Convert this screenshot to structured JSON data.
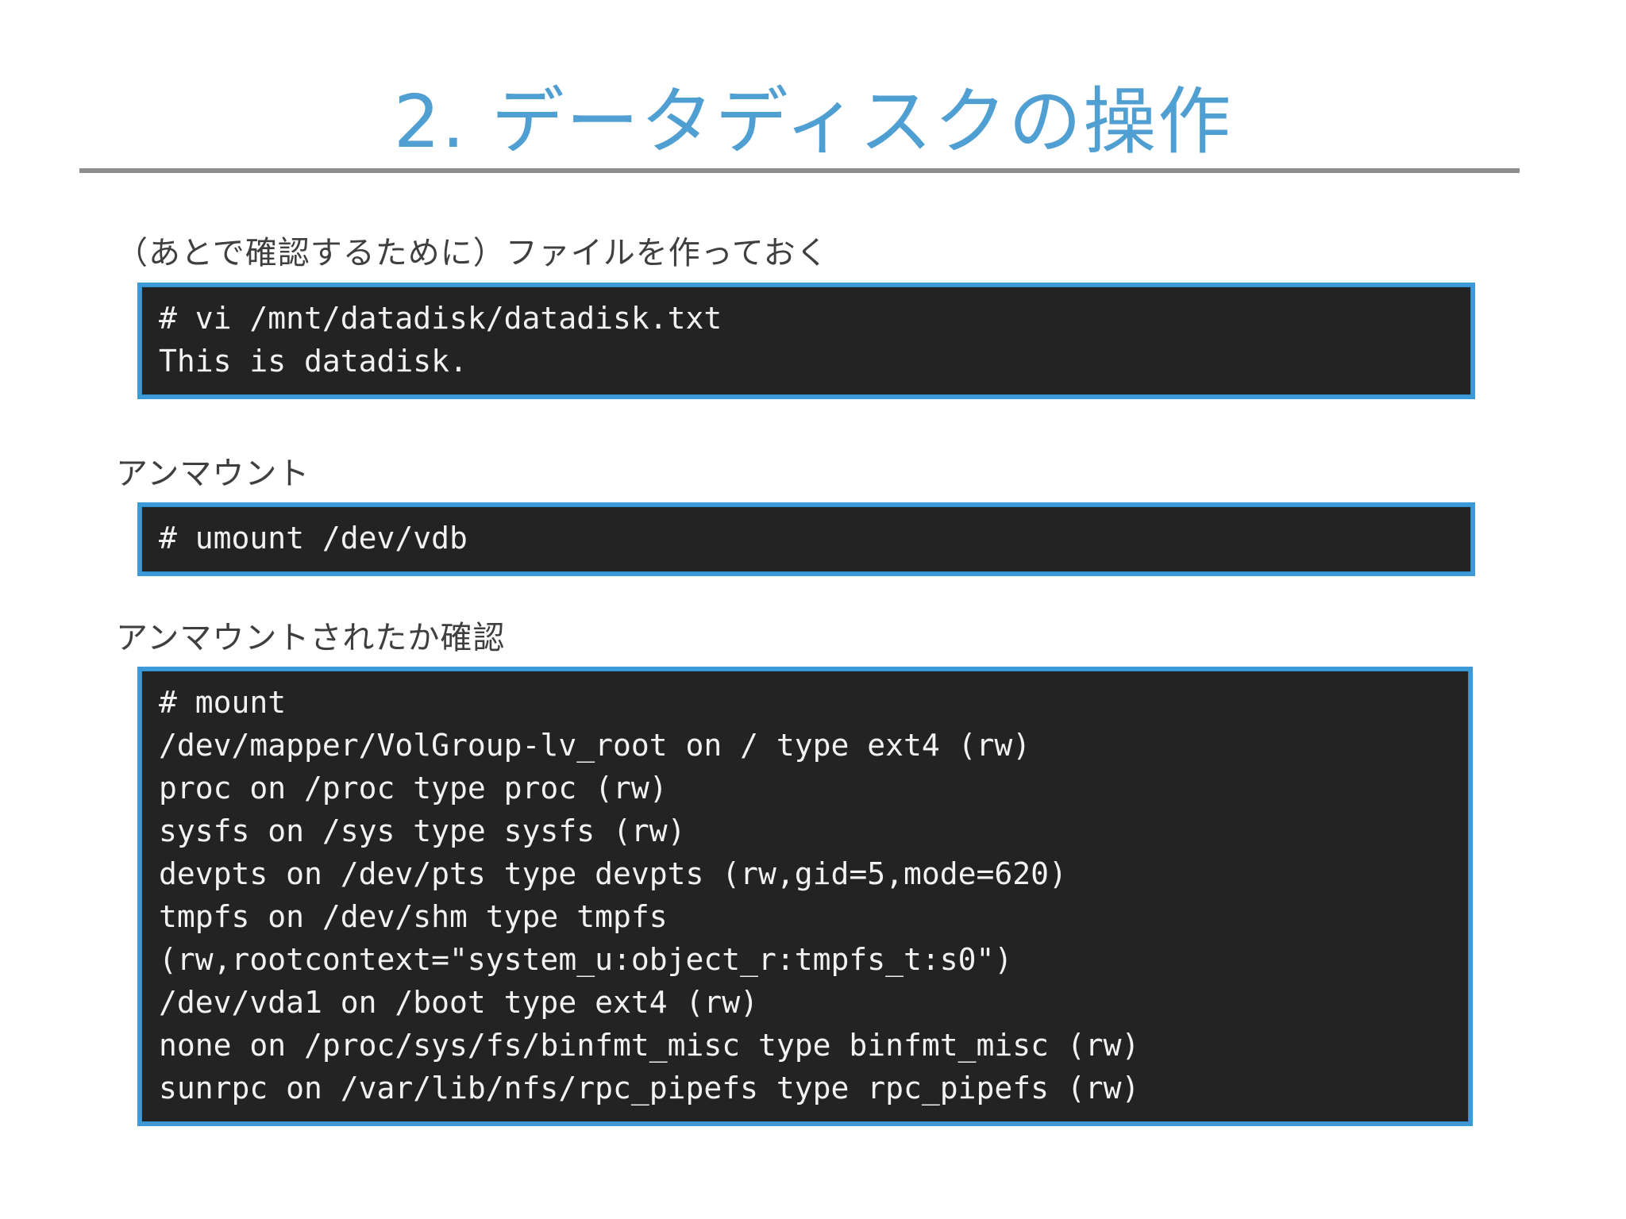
{
  "slide": {
    "title": "2. データディスクの操作",
    "title_color": "#4f9fd2",
    "divider_color": "#8d8d8f",
    "background_color": "#ffffff"
  },
  "theme": {
    "code_background": "#232323",
    "code_border": "#3d9ad6",
    "code_text": "#f2f2f2",
    "label_text": "#3f3f3f"
  },
  "sections": [
    {
      "label": "（あとで確認するために）ファイルを作っておく",
      "code_lines": [
        "# vi /mnt/datadisk/datadisk.txt",
        "This is datadisk."
      ]
    },
    {
      "label": "アンマウント",
      "code_lines": [
        "# umount /dev/vdb"
      ]
    },
    {
      "label": "アンマウントされたか確認",
      "code_lines": [
        "# mount",
        "/dev/mapper/VolGroup-lv_root on / type ext4 (rw)",
        "proc on /proc type proc (rw)",
        "sysfs on /sys type sysfs (rw)",
        "devpts on /dev/pts type devpts (rw,gid=5,mode=620)",
        "tmpfs on /dev/shm type tmpfs",
        "(rw,rootcontext=\"system_u:object_r:tmpfs_t:s0\")",
        "/dev/vda1 on /boot type ext4 (rw)",
        "none on /proc/sys/fs/binfmt_misc type binfmt_misc (rw)",
        "sunrpc on /var/lib/nfs/rpc_pipefs type rpc_pipefs (rw)"
      ]
    }
  ]
}
